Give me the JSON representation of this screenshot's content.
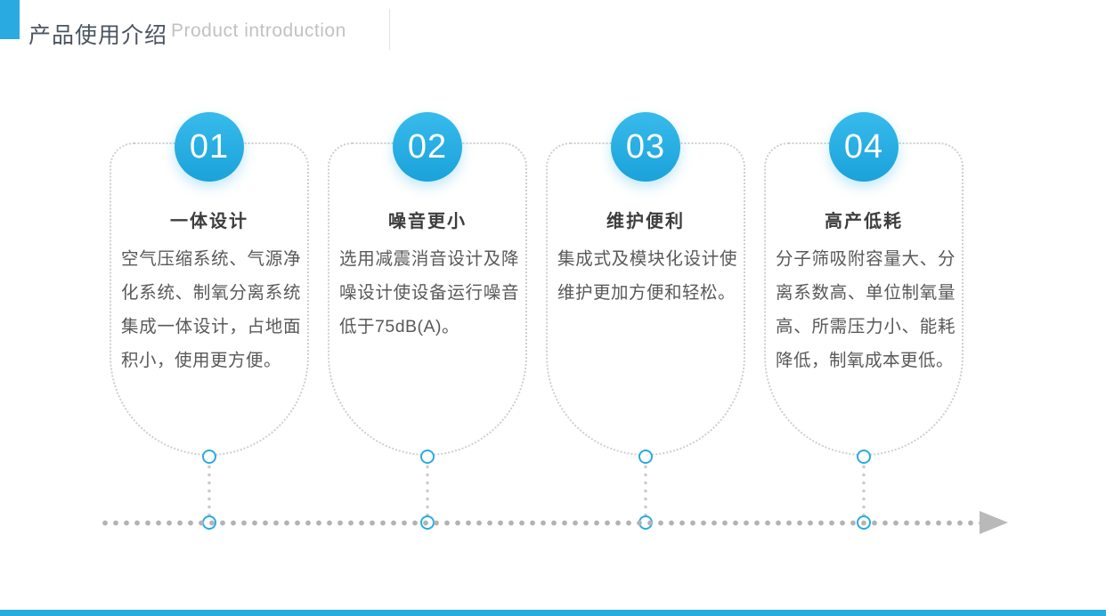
{
  "header": {
    "title_cn": "产品使用介绍",
    "title_en": "Product introduction"
  },
  "colors": {
    "accent_blue": "#29abe2",
    "timeline_gray": "#b3b3b3",
    "card_border_gray": "#cfcfcf"
  },
  "items": [
    {
      "number": "01",
      "title": "一体设计",
      "desc": "空气压缩系统、气源净化系统、制氧分离系统集成一体设计，占地面积小，使用更方便。"
    },
    {
      "number": "02",
      "title": "噪音更小",
      "desc": "选用减震消音设计及降噪设计使设备运行噪音低于75dB(A)。"
    },
    {
      "number": "03",
      "title": "维护便利",
      "desc": "集成式及模块化设计使维护更加方便和轻松。"
    },
    {
      "number": "04",
      "title": "高产低耗",
      "desc": "分子筛吸附容量大、分离系数高、单位制氧量高、所需压力小、能耗降低，制氧成本更低。"
    }
  ]
}
